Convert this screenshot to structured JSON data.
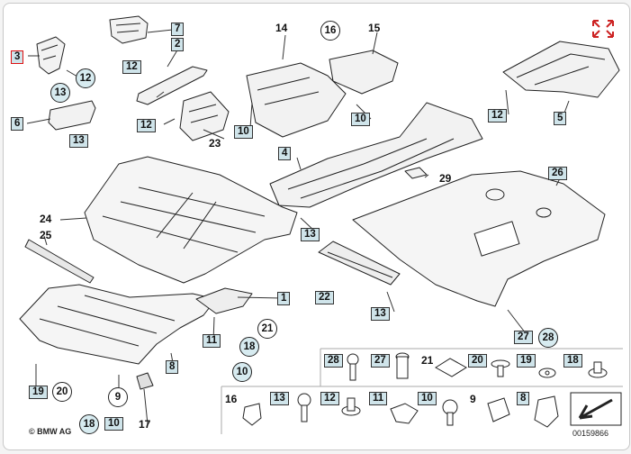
{
  "labels": {
    "l1": "1",
    "l2": "2",
    "l3": "3",
    "l4": "4",
    "l5": "5",
    "l6": "6",
    "l7": "7",
    "l8": "8",
    "l9": "9",
    "l9b": "9",
    "l10": "10",
    "l11": "11",
    "l12": "12",
    "l13": "13",
    "l14": "14",
    "l15": "15",
    "l16": "16",
    "l17": "17",
    "l18": "18",
    "l19": "19",
    "l20": "20",
    "l21": "21",
    "l22": "22",
    "l23": "23",
    "l24": "24",
    "l25": "25",
    "l26": "26",
    "l27": "27",
    "l28": "28",
    "l29": "29"
  },
  "legend_row1": [
    "28",
    "27",
    "21",
    "20",
    "19",
    "18"
  ],
  "legend_row2": [
    "16",
    "13",
    "12",
    "11",
    "10",
    "9",
    "8"
  ],
  "footer": {
    "copyright": "© BMW AG",
    "doc_id": "00159866"
  },
  "colors": {
    "line": "#222222",
    "label_fill": "#cfe4ea",
    "highlight": "#dd1111",
    "expand_icon": "#cc2222"
  },
  "icons": {
    "expand": "expand-arrows-icon"
  }
}
